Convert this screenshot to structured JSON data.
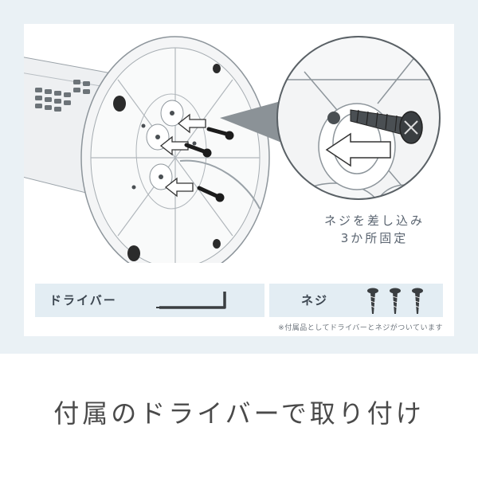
{
  "illustration": {
    "caption": "ネジを差し込み\n3か所固定"
  },
  "parts": {
    "driver_label": "ドライバー",
    "screw_label": "ネジ",
    "note": "※付属品としてドライバーとネジがついています"
  },
  "title": "付属のドライバーで取り付け",
  "colors": {
    "background": "#eaf1f5",
    "panel": "#ffffff",
    "parts_bar": "#e3edf3",
    "line_art": "#555555",
    "arrow_fill": "#ffffff",
    "dark_accent": "#2b2b2b"
  },
  "icons": [
    "driver-icon",
    "screw-icon",
    "magnifier-circle",
    "insertion-arrow-icon"
  ]
}
